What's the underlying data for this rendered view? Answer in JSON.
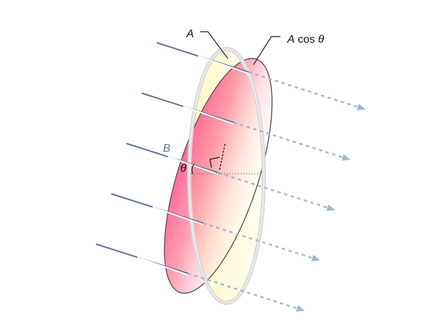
{
  "labels": {
    "area": "A",
    "projected_prefix": "A",
    "projected_func": " cos ",
    "projected_angle": "θ",
    "field": "B",
    "angle": "θ"
  },
  "colors": {
    "field_line": "#5f7396",
    "field_arrow": "#9eb8d4",
    "field_label": "#5f7396",
    "ring": "#d4d4d4",
    "pink_disk": "#ff7a9a",
    "yellow_disk": "#fffbe0",
    "outline": "#555555"
  },
  "field_line_count": 5
}
